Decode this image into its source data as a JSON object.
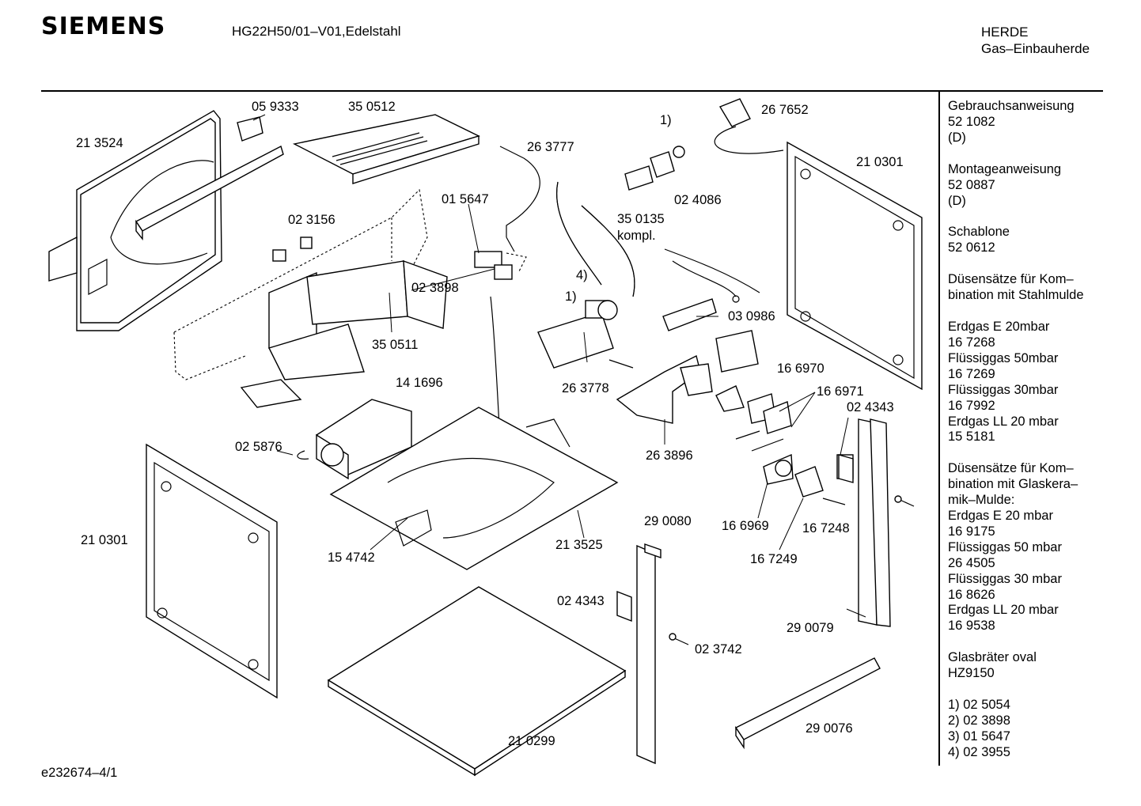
{
  "header": {
    "brand": "SIEMENS",
    "model": "HG22H50/01–V01,Edelstahl",
    "category_line1": "HERDE",
    "category_line2": "Gas–Einbauherde"
  },
  "sidebar": {
    "blocks": [
      [
        "Gebrauchsanweisung",
        "52 1082",
        "(D)"
      ],
      [
        "Montageanweisung",
        "52 0887",
        "(D)"
      ],
      [
        "Schablone",
        "52 0612"
      ],
      [
        "Düsensätze für Kom–",
        "bination mit Stahlmulde"
      ],
      [
        "Erdgas E 20mbar",
        "16 7268",
        "Flüssiggas 50mbar",
        "16 7269",
        "Flüssiggas 30mbar",
        "16 7992",
        "Erdgas LL 20 mbar",
        "15 5181"
      ],
      [
        "Düsensätze für Kom–",
        "bination mit Glaskera–",
        "mik–Mulde:",
        "Erdgas E 20 mbar",
        "16 9175",
        "Flüssiggas 50 mbar",
        "26 4505",
        "Flüssiggas 30 mbar",
        "16 8626",
        "Erdgas LL 20 mbar",
        "16 9538"
      ],
      [
        "Glasbräter oval",
        "HZ9150"
      ],
      [
        "1) 02 5054",
        "2) 02 3898",
        "3) 01 5647",
        "4) 02 3955"
      ]
    ]
  },
  "parts": {
    "p213524": "21 3524",
    "p059333": "05 9333",
    "p350512": "35 0512",
    "p263777": "26 3777",
    "fn1_top": "1)",
    "p267652": "26 7652",
    "p210301_right": "21 0301",
    "p024086": "02 4086",
    "p015647": "01 5647",
    "p350135": "35 0135",
    "kompl": "kompl.",
    "p023156": "02 3156",
    "p023898": "02 3898",
    "fn4": "4)",
    "fn1_mid": "1)",
    "p030986": "03 0986",
    "p350511": "35 0511",
    "p166970": "16 6970",
    "p263778": "26 3778",
    "p166971": "16 6971",
    "p141696": "14 1696",
    "p024343_right": "02 4343",
    "p263896": "26 3896",
    "p025876": "02 5876",
    "p290080": "29 0080",
    "p166969": "16 6969",
    "p167248": "16 7248",
    "p210301_left": "21 0301",
    "p154742": "15 4742",
    "p213525": "21 3525",
    "p167249": "16 7249",
    "p024343_mid": "02 4343",
    "p290079": "29 0079",
    "p023742": "02 3742",
    "p290076": "29 0076",
    "p210299": "21 0299"
  },
  "footer": {
    "code": "e232674–4/1"
  }
}
